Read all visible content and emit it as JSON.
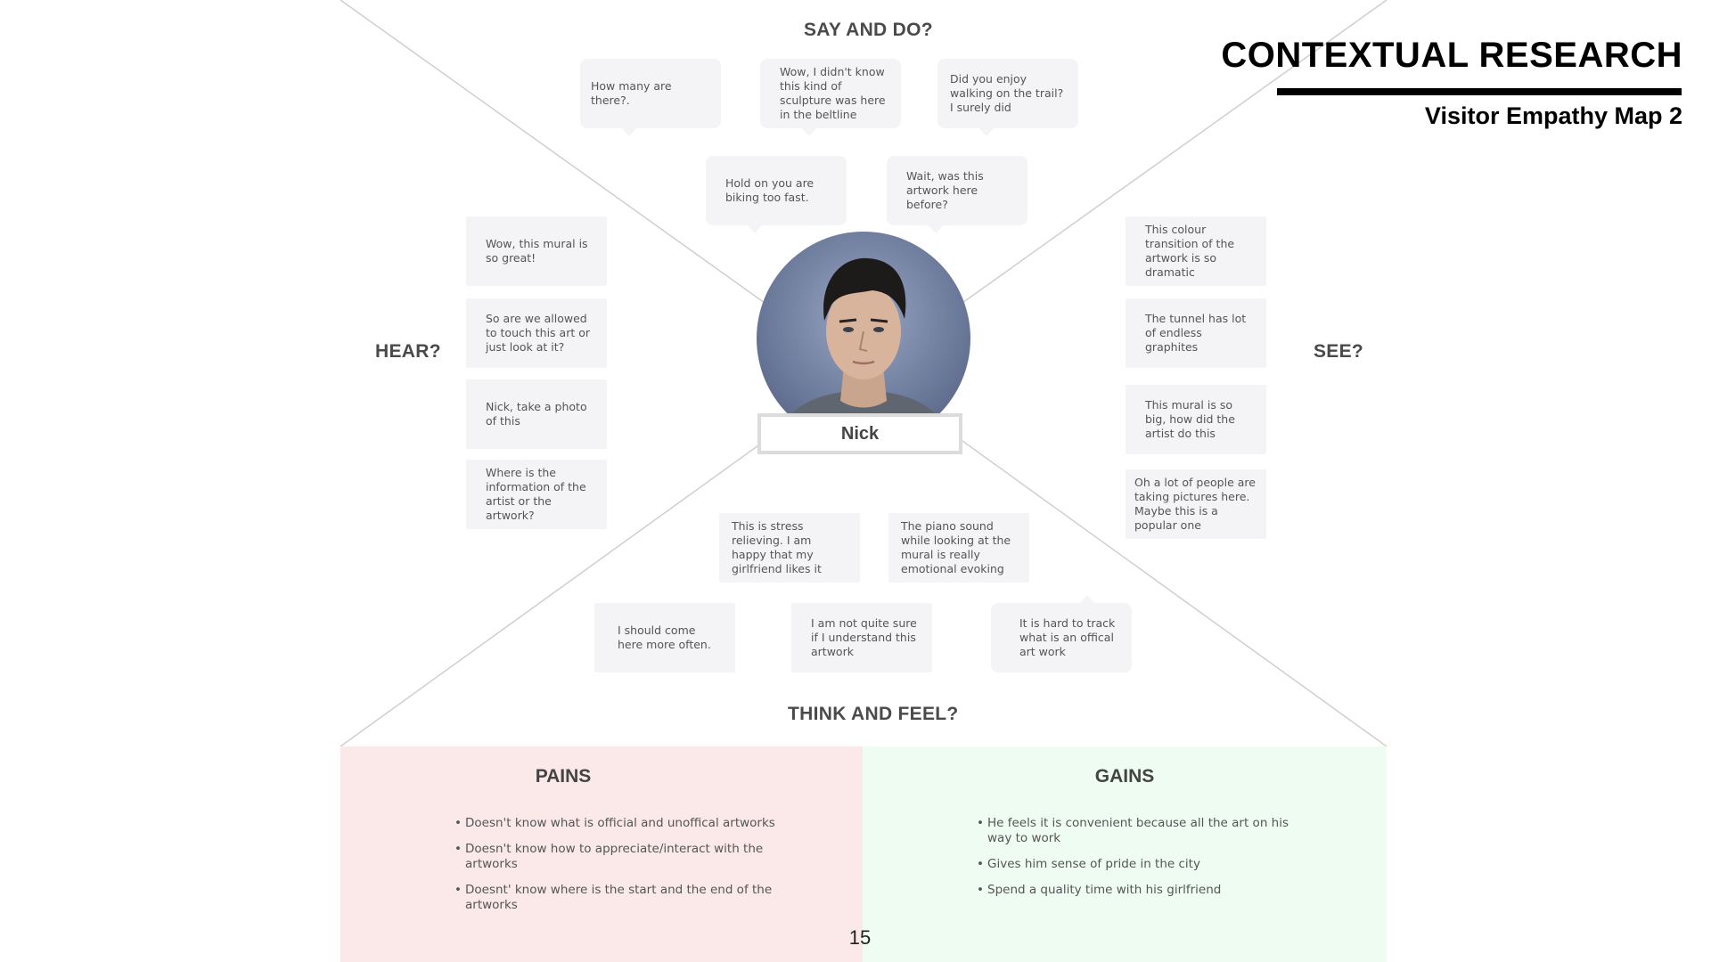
{
  "header": {
    "title": "CONTEXTUAL RESEARCH",
    "subtitle": "Visitor Empathy Map 2"
  },
  "sections": {
    "say_do": "SAY AND DO?",
    "hear": "HEAR?",
    "see": "SEE?",
    "think_feel": "THINK AND FEEL?"
  },
  "persona": {
    "name": "Nick"
  },
  "say_do_bubbles": [
    "How many are there?.",
    "Wow, I didn't know this kind of sculpture was here in the beltline",
    "Did you enjoy walking on the trail? I surely did",
    "Hold on you are biking too fast.",
    "Wait, was this artwork here before?"
  ],
  "hear_bubbles": [
    "Wow, this mural is so great!",
    "So are we allowed to touch this art or just look at it?",
    "Nick, take a photo of this",
    "Where is the information of the artist or the artwork?"
  ],
  "see_bubbles": [
    "This colour transition of the artwork is so dramatic",
    "The tunnel has lot of endless graphites",
    "This mural is so big, how did the artist do this",
    "Oh a lot of people are taking pictures here. Maybe this is a popular one"
  ],
  "think_feel_bubbles": [
    "This is stress relieving. I am happy that my girlfriend likes it",
    "The piano sound while looking at the mural is really emotional evoking",
    "I should come here more often.",
    "I am not quite sure if I understand this artwork",
    "It is hard to track what is an offical art work"
  ],
  "pains": {
    "title": "PAINS",
    "items": [
      "Doesn't know what is official and unoffical artworks",
      "Doesn't know how to appreciate/interact with the artworks",
      "Doesnt' know where is the start and the end of the artworks"
    ]
  },
  "gains": {
    "title": "GAINS",
    "items": [
      "He feels it is convenient because all the art on his way to work",
      "Gives him sense of pride in the city",
      "Spend a quality time with his girlfriend"
    ]
  },
  "page_number": "15",
  "colors": {
    "bubble": "#f4f4f6",
    "pains_bg": "#fbe9e9",
    "gains_bg": "#effcf2",
    "divider": "#cfcfcf"
  }
}
